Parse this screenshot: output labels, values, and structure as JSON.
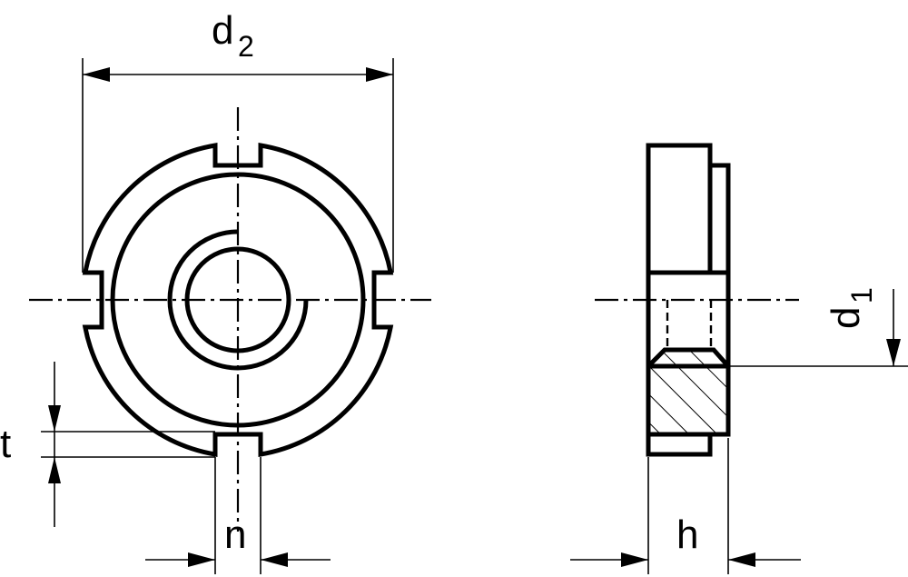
{
  "labels": {
    "d2_main": "d",
    "d2_sub": "2",
    "d1_main": "d",
    "d1_sub": "1",
    "t": "t",
    "n": "n",
    "h": "h"
  }
}
